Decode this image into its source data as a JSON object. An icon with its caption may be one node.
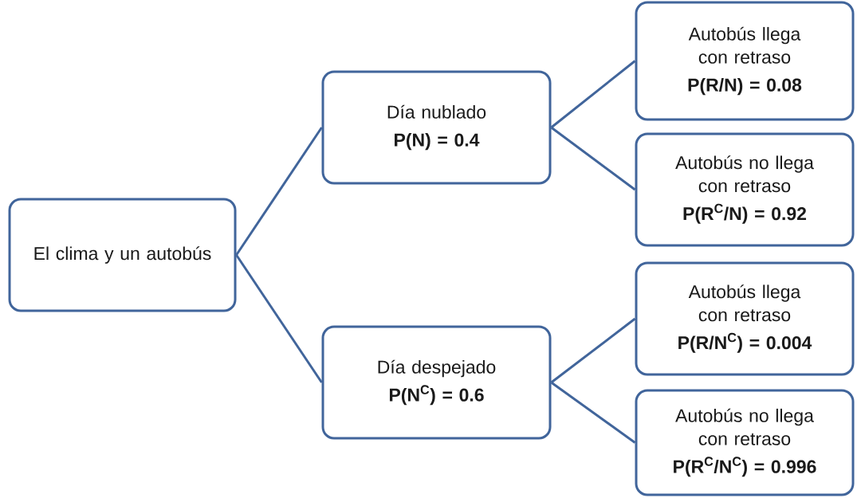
{
  "diagram": {
    "nodes": [
      {
        "text": [
          "El clima y un autobús"
        ]
      },
      {
        "text": [
          "Día nublado",
          "P(N) = 0.4"
        ]
      },
      {
        "text": [
          "Día despejado",
          "P(N$^{C}$) = 0.6"
        ]
      },
      {
        "text": [
          "Autobús llega con retraso",
          "P(R/N) = 0.08"
        ]
      },
      {
        "text": [
          "Autobús no llega con retraso",
          "P(R$^{C}$/N) = 0.92"
        ]
      },
      {
        "text": [
          "Autobús llega con retraso",
          "P(R/N$^{C}$) = 0.004"
        ]
      },
      {
        "text": [
          "Autobús no llega con retraso",
          "P(R$^{C}$/N$^{C}$) = 0.996"
        ]
      }
    ],
    "edges": [
      {
        "from": 0,
        "to": 1,
        "arrow": "none"
      },
      {
        "from": 0,
        "to": 2,
        "arrow": "none"
      },
      {
        "from": 1,
        "to": 3,
        "arrow": "none"
      },
      {
        "from": 1,
        "to": 4,
        "arrow": "none"
      },
      {
        "from": 2,
        "to": 5,
        "arrow": "none"
      },
      {
        "from": 2,
        "to": 6,
        "arrow": "none"
      }
    ]
  }
}
